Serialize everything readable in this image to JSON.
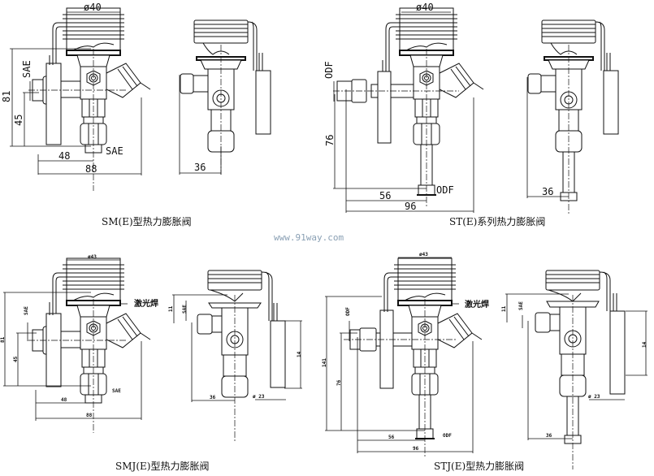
{
  "figures": [
    {
      "id": "sm-e",
      "caption": "SM(E)型热力膨胀阀",
      "front_view": {
        "dims": {
          "head_diameter": "ø40",
          "height_total": "81",
          "height_inlet": "45",
          "width_outlet": "48",
          "width_total": "88"
        },
        "connection_labels": {
          "inlet": "SAE",
          "outlet": "SAE"
        }
      },
      "side_view": {
        "dims": {
          "width": "36"
        }
      }
    },
    {
      "id": "st-e",
      "caption": "ST(E)系列热力膨胀阀",
      "front_view": {
        "dims": {
          "head_diameter": "ø40",
          "height_inlet": "76",
          "width_outlet": "56",
          "width_total": "96"
        },
        "connection_labels": {
          "inlet": "ODF",
          "outlet": "ODF"
        }
      },
      "side_view": {
        "dims": {
          "width": "36"
        }
      }
    },
    {
      "id": "smj-e",
      "caption": "SMJ(E)型热力膨胀阀",
      "front_view": {
        "dims": {
          "head_diameter": "ø43",
          "height_total": "81",
          "height_inlet": "45",
          "width_outlet": "48",
          "width_total": "88"
        },
        "connection_labels": {
          "inlet": "SAE",
          "outlet": "SAE"
        },
        "annotation": "激光焊"
      },
      "side_view": {
        "dims": {
          "offset_a": "11",
          "offset_b": "SAE",
          "width": "36",
          "bulb_length": "14",
          "bulb_diameter": "ø 23"
        }
      }
    },
    {
      "id": "stj-e",
      "caption": "STJ(E)型热力膨胀阀",
      "front_view": {
        "dims": {
          "head_diameter": "ø43",
          "height_total": "141",
          "height_inlet": "76",
          "width_outlet": "56",
          "width_total": "96"
        },
        "connection_labels": {
          "inlet": "ODF",
          "outlet": "ODF"
        },
        "annotation": "激光焊"
      },
      "side_view": {
        "dims": {
          "offset_a": "11",
          "offset_b": "SAE",
          "width": "36",
          "bulb_length": "14",
          "bulb_diameter": "ø 23"
        }
      }
    }
  ],
  "watermark": "www.91way.com"
}
